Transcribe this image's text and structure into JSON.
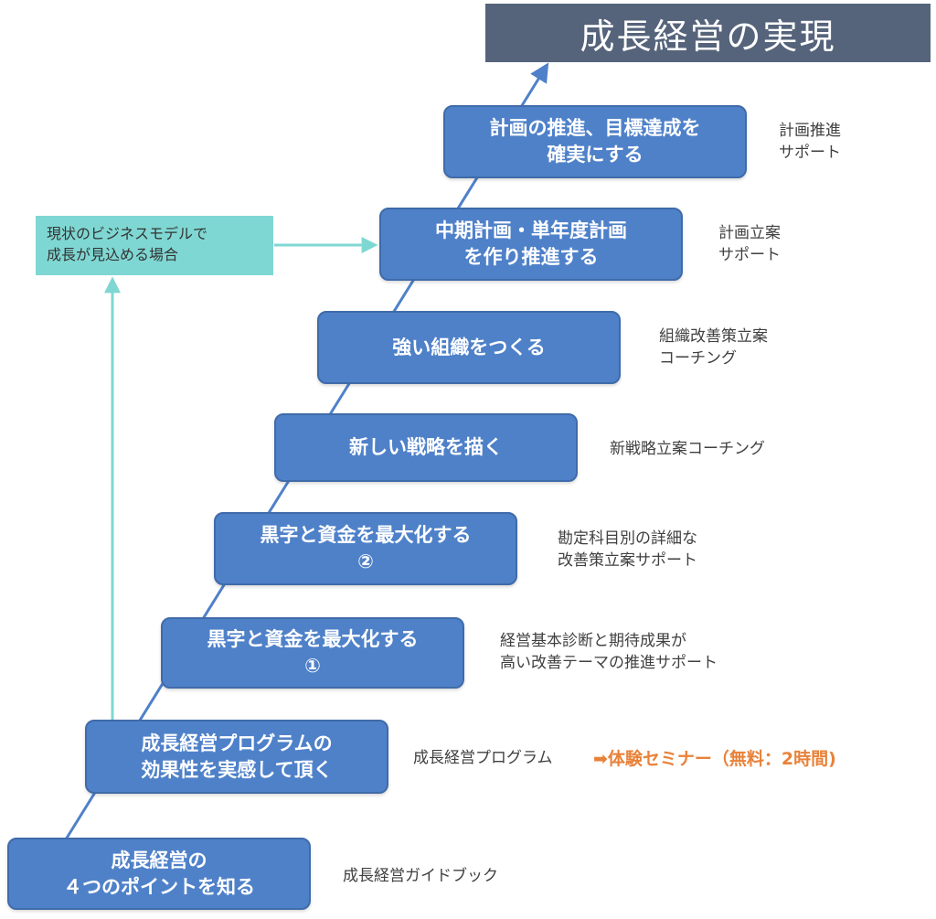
{
  "title": "成長経営の実現",
  "colors": {
    "step_fill": "#4f81c9",
    "title_fill": "#55647b",
    "callout_fill": "#7fd7d3",
    "highlight_text": "#e8823a"
  },
  "steps": [
    {
      "lines": [
        "計画の推進、目標達成を",
        "確実にする"
      ],
      "support": [
        "計画推進",
        "サポート"
      ]
    },
    {
      "lines": [
        "中期計画・単年度計画",
        "を作り推進する"
      ],
      "support": [
        "計画立案",
        "サポート"
      ]
    },
    {
      "lines": [
        "強い組織をつくる"
      ],
      "support": [
        "組織改善策立案",
        "コーチング"
      ]
    },
    {
      "lines": [
        "新しい戦略を描く"
      ],
      "support": [
        "新戦略立案コーチング"
      ]
    },
    {
      "lines": [
        "黒字と資金を最大化する",
        "②"
      ],
      "support": [
        "勘定科目別の詳細な",
        "改善策立案サポート"
      ]
    },
    {
      "lines": [
        "黒字と資金を最大化する",
        "①"
      ],
      "support": [
        "経営基本診断と期待成果が",
        "高い改善テーマの推進サポート"
      ]
    },
    {
      "lines": [
        "成長経営プログラムの",
        "効果性を実感して頂く"
      ],
      "support": [
        "成長経営プログラム"
      ]
    },
    {
      "lines": [
        "成長経営の",
        "４つのポイントを知る"
      ],
      "support": [
        "成長経営ガイドブック"
      ]
    }
  ],
  "current_model_case": {
    "lines": [
      "現状のビジネスモデルで",
      "成長が見込める場合"
    ]
  },
  "seminar_note": "➡体験セミナー（無料：2時間)"
}
